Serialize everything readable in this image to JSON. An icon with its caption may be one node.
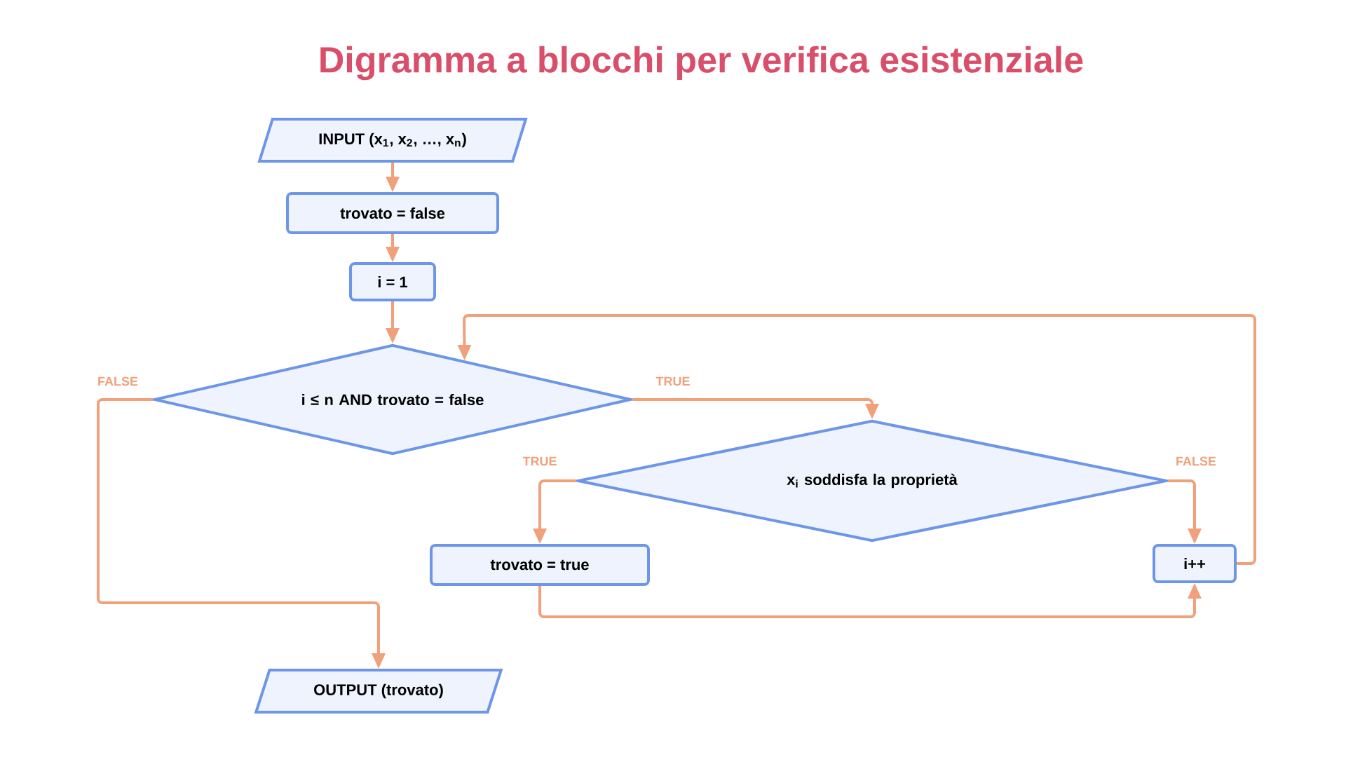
{
  "diagram": {
    "title": "Digramma a blocchi per verifica esistenziale",
    "nodes": [
      {
        "text": [
          "INPUT (x$_{1}$, x$_{2}$, …, x$_{n}$)"
        ]
      },
      {
        "text": [
          "trovato = false"
        ]
      },
      {
        "text": [
          "i = 1"
        ]
      },
      {
        "text": [
          "i ≤ n AND trovato = false"
        ]
      },
      {
        "text": [
          "x$_{i}$ soddisfa la proprietà"
        ]
      },
      {
        "text": [
          "trovato = true"
        ]
      },
      {
        "text": [
          "i++"
        ]
      },
      {
        "text": [
          "OUTPUT (trovato)"
        ]
      }
    ],
    "edges": [
      {
        "from": 0,
        "to": 1,
        "arrow": "to"
      },
      {
        "from": 1,
        "to": 2,
        "arrow": "to"
      },
      {
        "from": 2,
        "to": 3,
        "arrow": "to"
      },
      {
        "from": 3,
        "to": 7,
        "arrow": "to",
        "label": "FALSE"
      },
      {
        "from": 3,
        "to": 4,
        "arrow": "to",
        "label": "TRUE"
      },
      {
        "from": 4,
        "to": 5,
        "arrow": "to",
        "label": "TRUE"
      },
      {
        "from": 4,
        "to": 6,
        "arrow": "to",
        "label": "FALSE"
      },
      {
        "from": 5,
        "to": 6,
        "arrow": "to"
      },
      {
        "from": 6,
        "to": 3,
        "arrow": "to"
      }
    ]
  }
}
